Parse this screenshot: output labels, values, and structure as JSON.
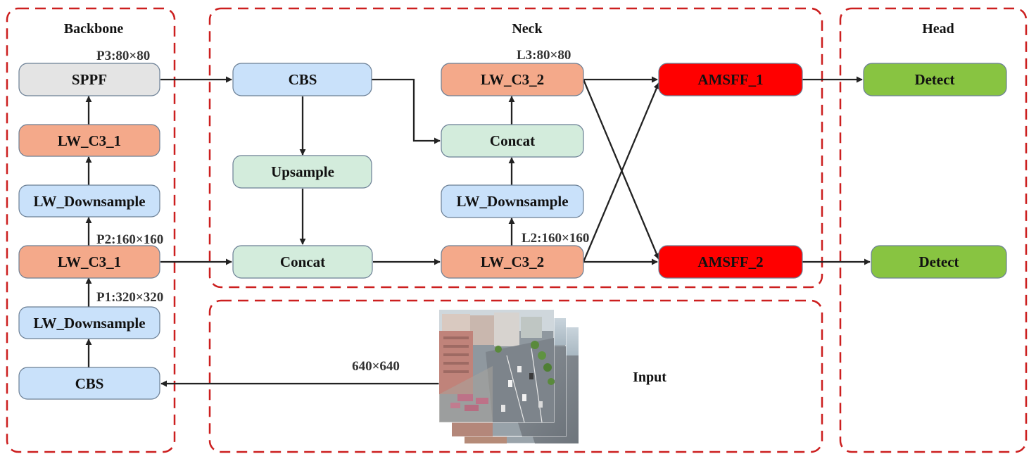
{
  "regions": {
    "backbone": "Backbone",
    "neck": "Neck",
    "head": "Head",
    "input": "Input"
  },
  "nodes": {
    "bb_sppf": "SPPF",
    "bb_lwc31_top": "LW_C3_1",
    "bb_lwds_top": "LW_Downsample",
    "bb_lwc31_mid": "LW_C3_1",
    "bb_lwds_bot": "LW_Downsample",
    "bb_cbs": "CBS",
    "nk_cbs": "CBS",
    "nk_upsample": "Upsample",
    "nk_concat_low": "Concat",
    "nk_lwc32_top": "LW_C3_2",
    "nk_concat_high": "Concat",
    "nk_lwds": "LW_Downsample",
    "nk_lwc32_low": "LW_C3_2",
    "amsff_1": "AMSFF_1",
    "amsff_2": "AMSFF_2",
    "detect_1": "Detect",
    "detect_2": "Detect"
  },
  "annotations": {
    "p3": "P3:80×80",
    "p2": "P2:160×160",
    "p1": "P1:320×320",
    "l3": "L3:80×80",
    "l2": "L2:160×160",
    "input_size": "640×640"
  },
  "colors": {
    "region_border": "#cc1f1f",
    "gray": "#e4e4e4",
    "salmon": "#f4a98a",
    "blue": "#c9e1fa",
    "mint": "#d3ecdc",
    "red": "#ff0000",
    "green": "#88c441"
  }
}
